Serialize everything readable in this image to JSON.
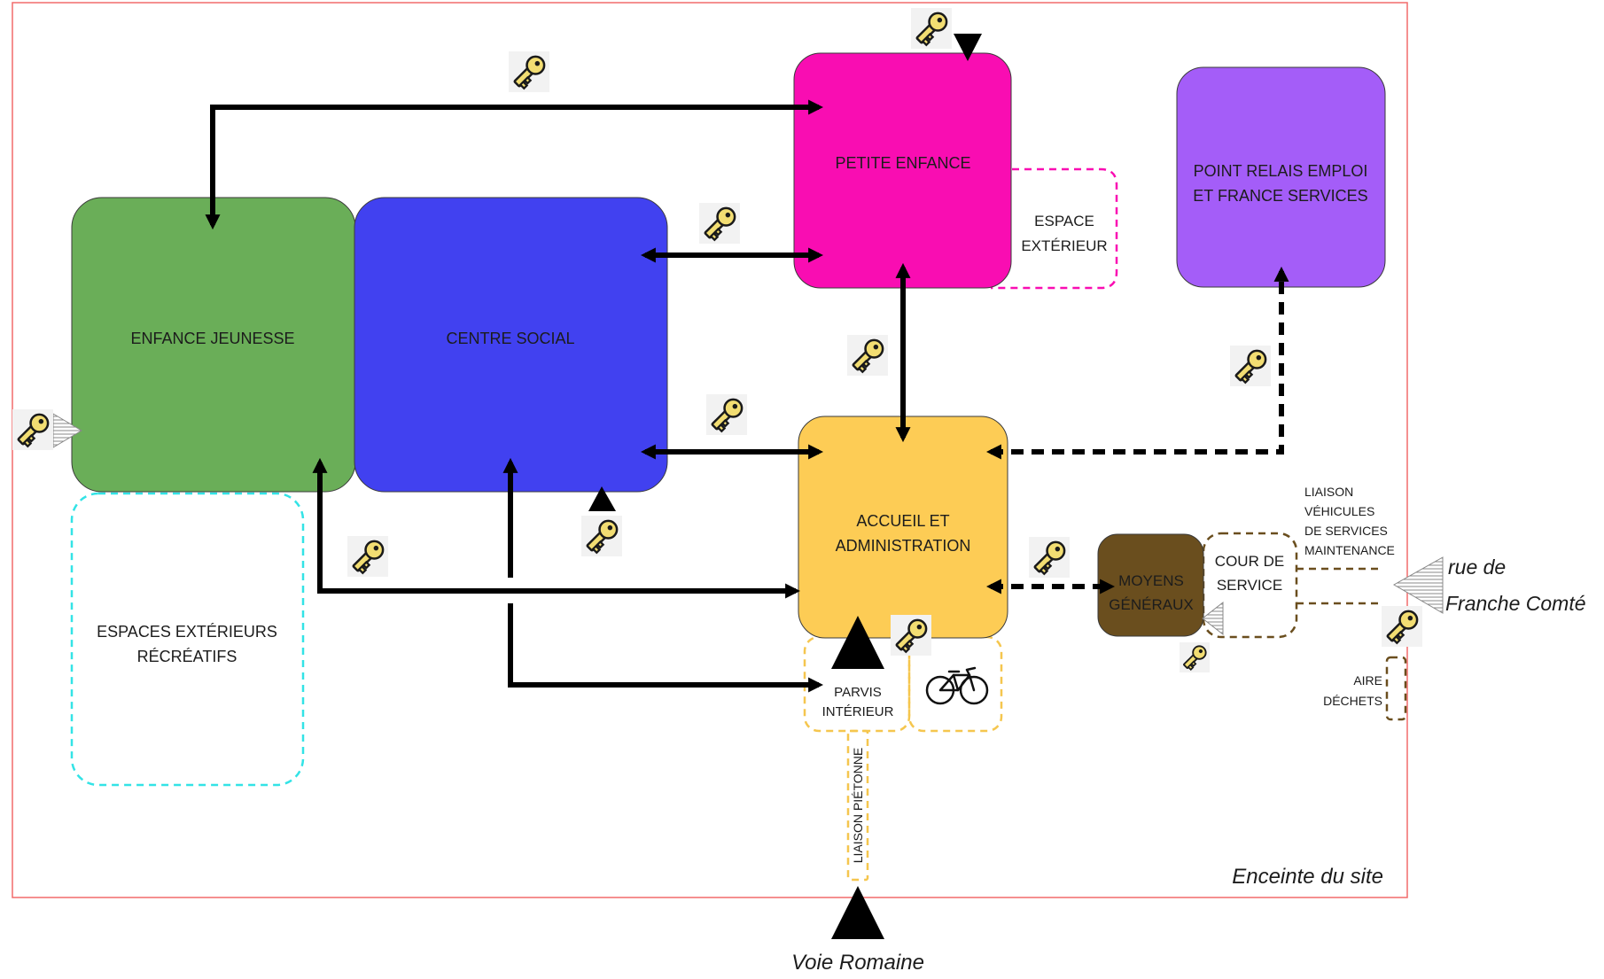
{
  "site": {
    "boundary_label": "Enceinte du site",
    "boundary_color": "#f26b6b"
  },
  "blocks": {
    "enfance_jeunesse": {
      "label": "ENFANCE JEUNESSE",
      "color": "#6aae58"
    },
    "centre_social": {
      "label": "CENTRE SOCIAL",
      "color": "#4141f0"
    },
    "petite_enfance": {
      "label": "PETITE ENFANCE",
      "color": "#f90db2"
    },
    "point_relais": {
      "label_lines": [
        "POINT RELAIS EMPLOI",
        "ET FRANCE SERVICES"
      ],
      "color": "#a45df8"
    },
    "accueil_administration": {
      "label_lines": [
        "ACCUEIL ET",
        "ADMINISTRATION"
      ],
      "color": "#fdcc55"
    },
    "moyens_generaux": {
      "label_lines": [
        "MOYENS",
        "GÉNÉRAUX"
      ],
      "color": "#6a4e1e"
    }
  },
  "zones": {
    "espace_exterieur": {
      "label_lines": [
        "ESPACE",
        "EXTÉRIEUR"
      ],
      "color": "#f90db2"
    },
    "espaces_exterieurs_recreatifs": {
      "label_lines": [
        "ESPACES EXTÉRIEURS",
        "RÉCRÉATIFS"
      ],
      "color": "#33e3e6"
    },
    "cour_de_service": {
      "label_lines": [
        "COUR DE",
        "SERVICE"
      ],
      "color": "#6a4e1e"
    },
    "parvis_interieur": {
      "label_lines": [
        "PARVIS",
        "INTÉRIEUR"
      ],
      "color": "#f5c64e"
    },
    "stationnement_velos": {
      "icon": "bicycle-icon",
      "color": "#f5c64e"
    },
    "aire_dechets": {
      "label_lines": [
        "AIRE",
        "DÉCHETS"
      ],
      "color": "#6a4e1e"
    },
    "liaison_pietonne": {
      "label": "LIAISON PIÉTONNE",
      "color": "#f5c64e"
    },
    "liaison_vehicules": {
      "label_lines": [
        "LIAISON",
        "VÉHICULES",
        "DE SERVICES",
        "MAINTENANCE"
      ],
      "color": "#6a4e1e"
    }
  },
  "streets": {
    "rue_franche_comte": {
      "label_lines": [
        "rue de",
        "Franche Comté"
      ]
    },
    "voie_romaine": {
      "label": "Voie Romaine"
    }
  },
  "icons": {
    "controlled_access": "key-icon",
    "public_entrance": "triangle-up-icon",
    "secondary_entrance": "hatched-triangle-icon",
    "bike_parking": "bicycle-icon"
  }
}
